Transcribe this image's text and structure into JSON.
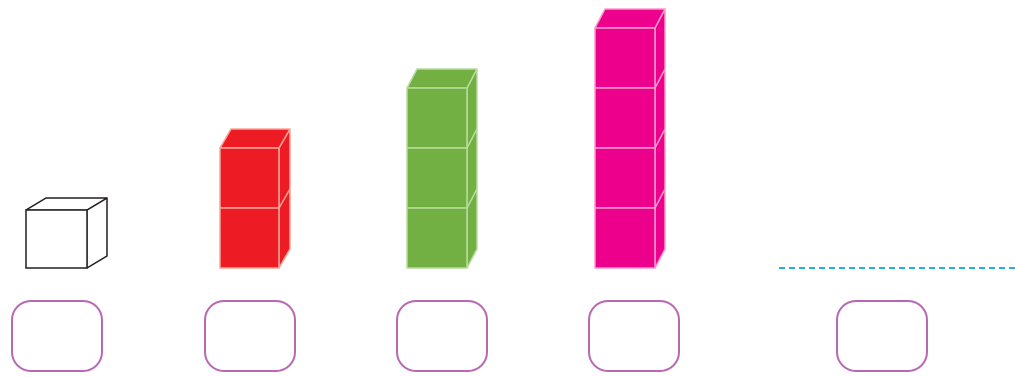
{
  "instruction": {
    "text": ""
  },
  "towers": [
    {
      "cubes": 1,
      "fill": "#ffffff",
      "stroke": "#231f20",
      "shade_top": "#ffffff",
      "shade_side": "#ffffff"
    },
    {
      "cubes": 2,
      "fill": "#ed1c24",
      "stroke": "#f7a69a",
      "shade_top": "#ed1c24",
      "shade_side": "#ed1c24"
    },
    {
      "cubes": 3,
      "fill": "#72b043",
      "stroke": "#b9dca0",
      "shade_top": "#72b043",
      "shade_side": "#72b043"
    },
    {
      "cubes": 4,
      "fill": "#ec008c",
      "stroke": "#f69cc8",
      "shade_top": "#ec008c",
      "shade_side": "#ec008c"
    }
  ],
  "answers": [
    "",
    "",
    "",
    "",
    ""
  ],
  "colors": {
    "box_border": "#b867b5",
    "dashed_line": "#27aee0"
  }
}
